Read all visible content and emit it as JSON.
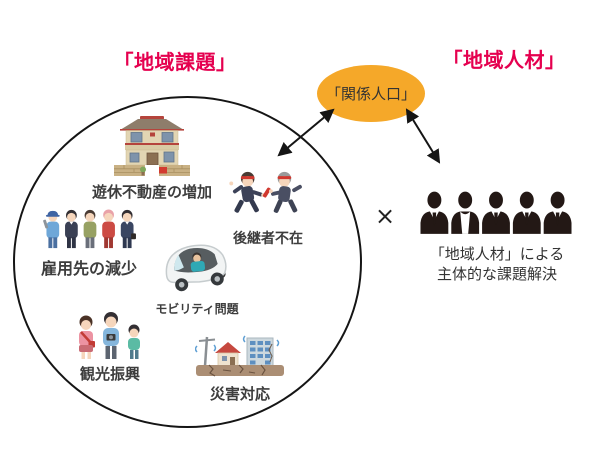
{
  "titles": {
    "left": "「地域課題」",
    "right": "「地域人材」"
  },
  "hub": {
    "label": "「関係人口」",
    "bg_color": "#F5A829"
  },
  "circle_items": [
    {
      "id": "idle-property",
      "icon": "vacant-house-icon",
      "label": "遊休不動産の増加"
    },
    {
      "id": "successor",
      "icon": "baton-pass-icon",
      "label": "後継者不在"
    },
    {
      "id": "employment",
      "icon": "workers-group-icon",
      "label": "雇用先の減少"
    },
    {
      "id": "mobility",
      "icon": "pod-car-icon",
      "label": "モビリティ問題"
    },
    {
      "id": "tourism",
      "icon": "tourist-family-icon",
      "label": "観光振興"
    },
    {
      "id": "disaster",
      "icon": "earthquake-icon",
      "label": "災害対応"
    }
  ],
  "right_group": {
    "multiply_sign": "×",
    "icon": "people-silhouettes-icon",
    "caption_line1": "「地域人材」による",
    "caption_line2": "主体的な課題解決"
  },
  "connectors": [
    {
      "from": "regional-issues-circle",
      "to": "related-population-hub",
      "bidirectional": true
    },
    {
      "from": "related-population-hub",
      "to": "regional-talent-group",
      "bidirectional": true
    }
  ],
  "colors": {
    "title_red": "#E5004F",
    "hub_orange": "#F5A829",
    "silhouette_black": "#231815",
    "line_black": "#151515"
  }
}
